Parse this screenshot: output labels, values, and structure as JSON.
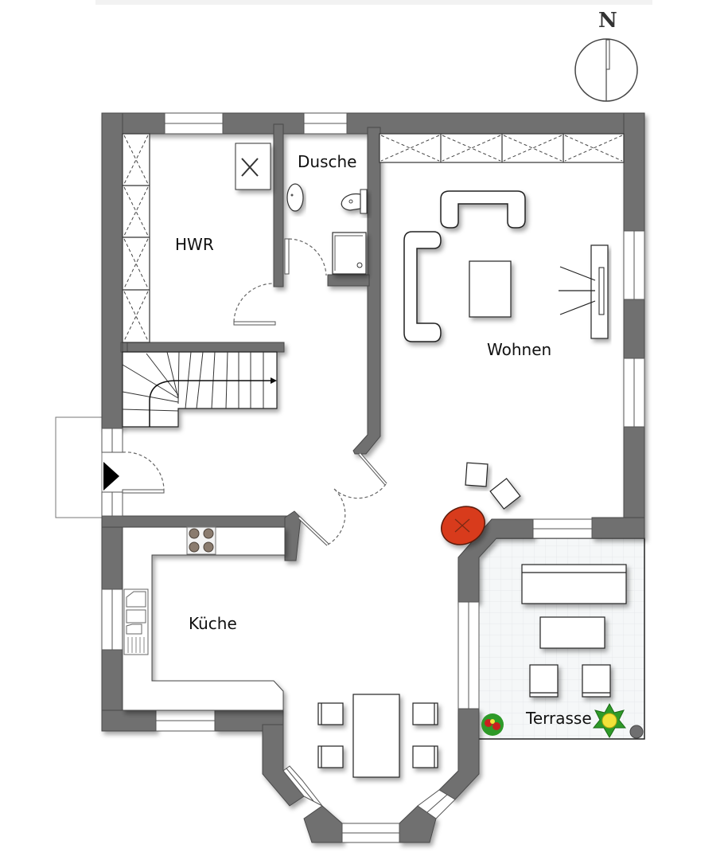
{
  "compass": {
    "label": "N"
  },
  "rooms": {
    "hwr": {
      "label": "HWR"
    },
    "dusche": {
      "label": "Dusche"
    },
    "wohnen": {
      "label": "Wohnen"
    },
    "kueche": {
      "label": "Küche"
    },
    "terrasse": {
      "label": "Terrasse"
    }
  },
  "colors": {
    "wall": "#6f6f70",
    "wall_edge": "#4a4a4a",
    "floor": "#ffffff",
    "terrace_floor": "#f4f6f7",
    "stove": "#8a7b6e",
    "fireplace": "#d83a1a",
    "plant_green": "#2e9a28",
    "plant_red": "#c91f1f",
    "plant_yellow": "#f2e23a"
  }
}
